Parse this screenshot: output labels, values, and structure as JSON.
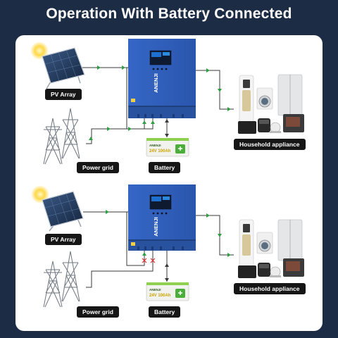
{
  "header": {
    "title": "Operation With Battery Connected"
  },
  "colors": {
    "background": "#1c2c44",
    "inverter": "#3a64c0",
    "wire": "#3a3a3a",
    "arrow": "#2ea043",
    "cross": "#e03030",
    "battery_label": "#4cae3a"
  },
  "inverter": {
    "brand": "ANENJI"
  },
  "battery": {
    "brand": "ANENJI",
    "spec": "24V 100Ah"
  },
  "scenarios": [
    {
      "labels": {
        "pv": "PV Array",
        "grid": "Power grid",
        "battery": "Battery",
        "load": "Household appliance"
      },
      "grid_connected": true
    },
    {
      "labels": {
        "pv": "PV Array",
        "grid": "Power grid",
        "battery": "Battery",
        "load": "Household appliance"
      },
      "grid_connected": false
    }
  ]
}
